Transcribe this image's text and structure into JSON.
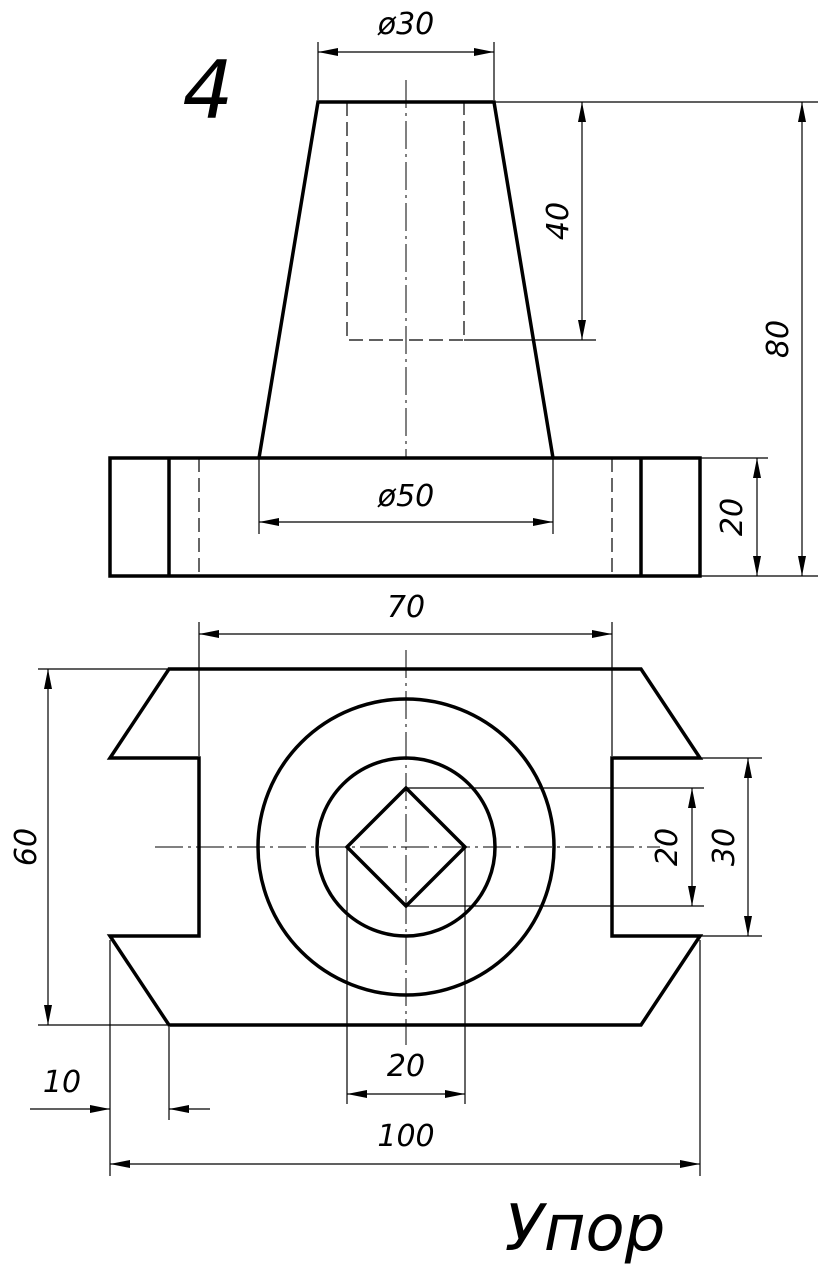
{
  "sheet": {
    "number": "4",
    "title": "Упор"
  },
  "dimensions": {
    "top_diameter": "ø30",
    "bore_depth": "40",
    "overall_height": "80",
    "base_diameter": "ø50",
    "base_height": "20",
    "width_70": "70",
    "depth_60": "60",
    "square_20_v": "20",
    "slot_30": "30",
    "square_20_h": "20",
    "chamfer_10": "10",
    "overall_100": "100"
  }
}
